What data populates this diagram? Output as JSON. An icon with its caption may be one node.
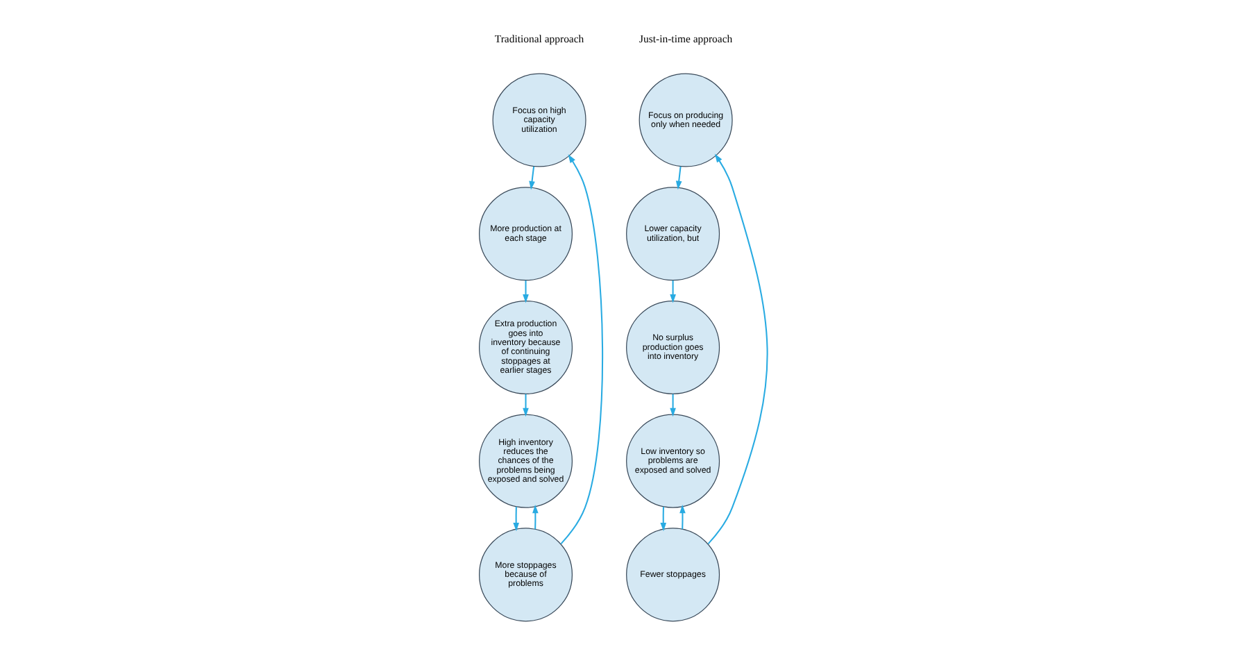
{
  "diagram": {
    "nodes": [
      {
        "text": [
          "Focus on high capacity utilization"
        ]
      },
      {
        "text": [
          "More production at each stage"
        ]
      },
      {
        "text": [
          "Extra production goes into inventory because of continuing stoppages at earlier stages"
        ]
      },
      {
        "text": [
          "High inventory reduces the chances of the problems being exposed and solved"
        ]
      },
      {
        "text": [
          "More stoppages because of problems"
        ]
      },
      {
        "text": [
          "Focus on producing only when needed"
        ]
      },
      {
        "text": [
          "Lower capacity utilization, but"
        ]
      },
      {
        "text": [
          "No surplus production goes into inventory"
        ]
      },
      {
        "text": [
          "Low inventory so problems are exposed and solved"
        ]
      },
      {
        "text": [
          "Fewer stoppages"
        ]
      }
    ],
    "edges": [
      {
        "from": 0,
        "to": 1,
        "arrow": "to"
      },
      {
        "from": 1,
        "to": 2,
        "arrow": "to"
      },
      {
        "from": 2,
        "to": 3,
        "arrow": "to"
      },
      {
        "from": 3,
        "to": 4,
        "arrow": "to"
      },
      {
        "from": 4,
        "to": 0,
        "arrow": "to"
      },
      {
        "from": 4,
        "to": 3,
        "arrow": "to"
      },
      {
        "from": 5,
        "to": 6,
        "arrow": "to"
      },
      {
        "from": 6,
        "to": 7,
        "arrow": "to"
      },
      {
        "from": 7,
        "to": 8,
        "arrow": "to"
      },
      {
        "from": 8,
        "to": 9,
        "arrow": "to"
      },
      {
        "from": 9,
        "to": 5,
        "arrow": "to"
      },
      {
        "from": 9,
        "to": 8,
        "arrow": "to"
      }
    ],
    "labels": [
      "Traditional approach",
      "Just-in-time approach"
    ]
  }
}
